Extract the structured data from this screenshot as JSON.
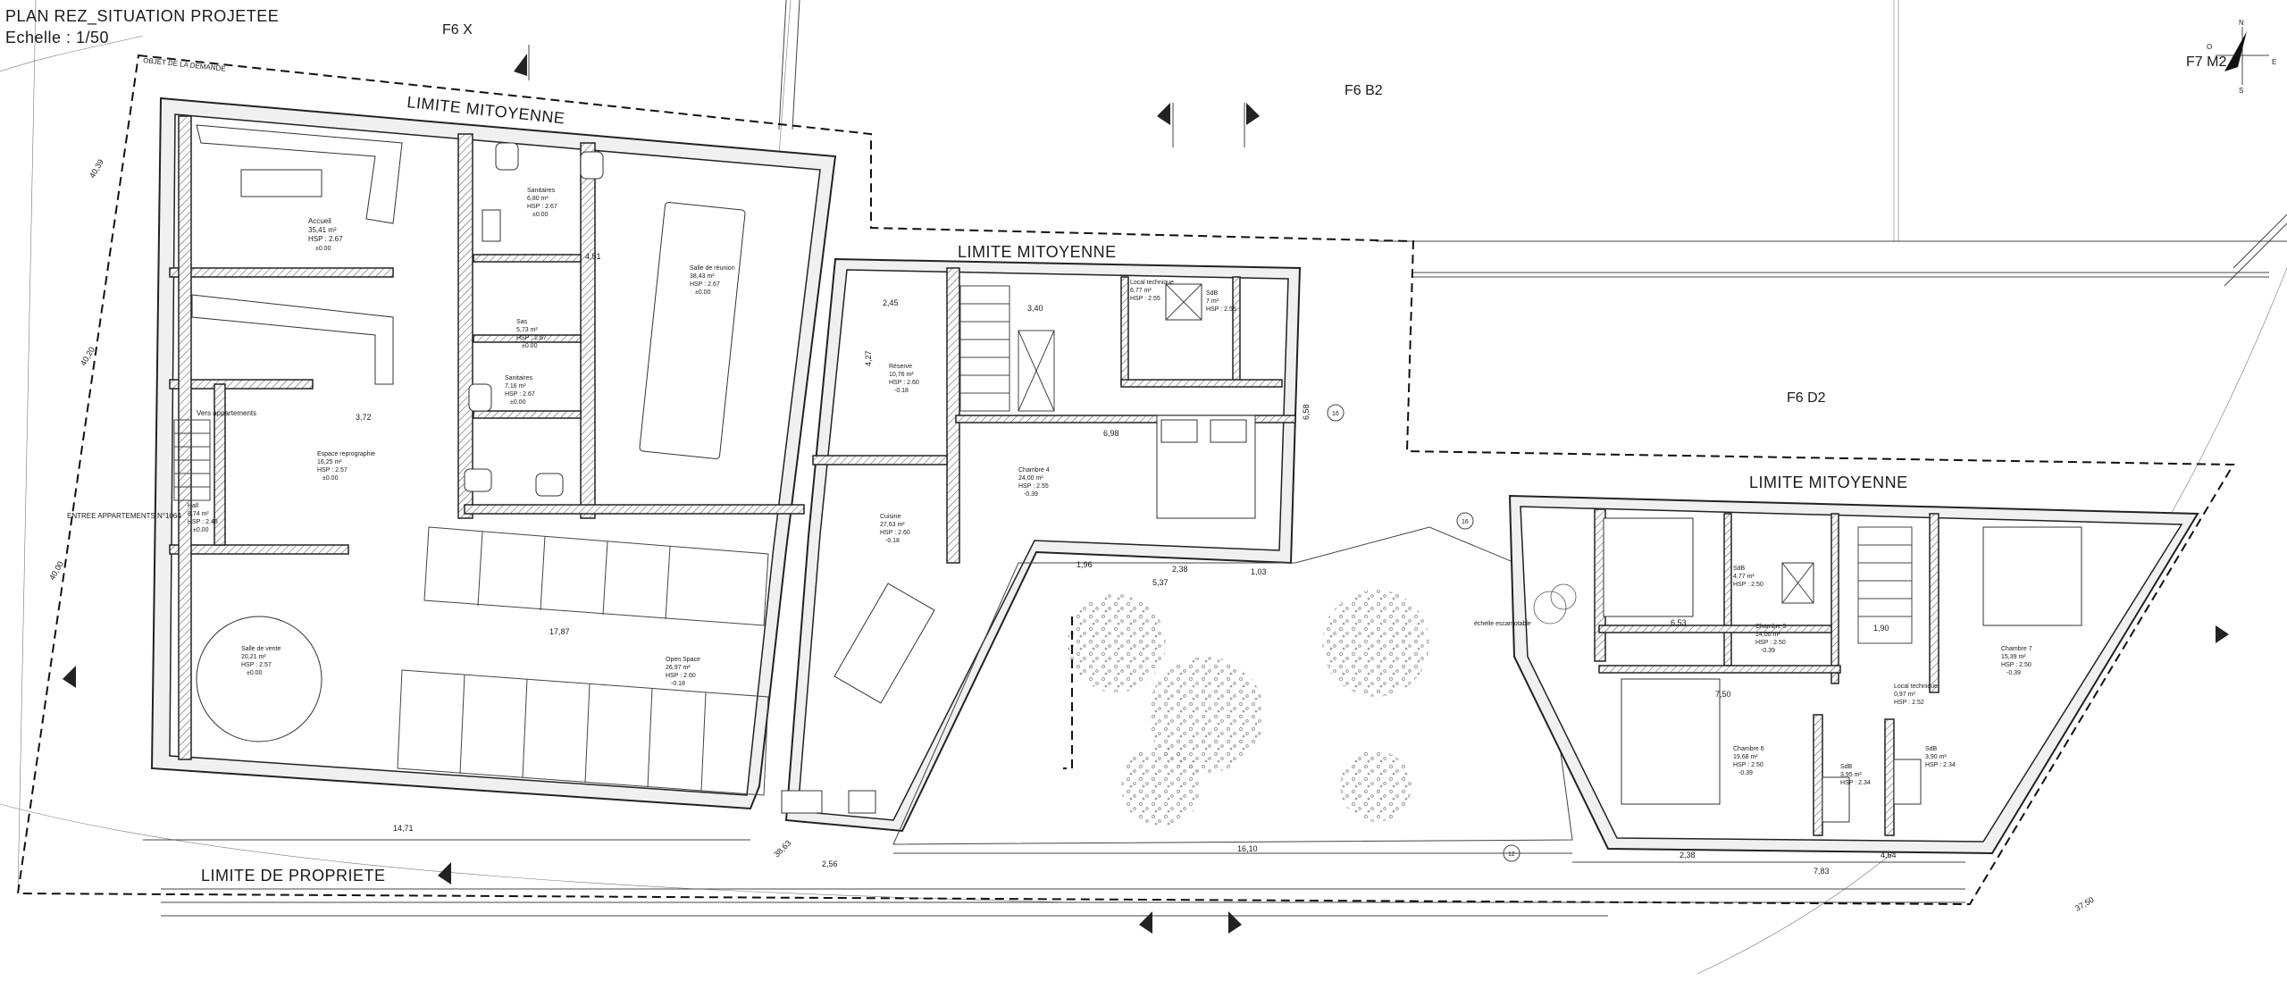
{
  "title": {
    "plan_name": "PLAN REZ_SITUATION PROJETEE",
    "scale": "Echelle : 1/50"
  },
  "north_arrow": {
    "n": "N",
    "s": "S",
    "e": "E",
    "o": "O"
  },
  "border_labels": {
    "objet": "OBJET DE LA DEMANDE",
    "limite_mitoyenne_1": "LIMITE MITOYENNE",
    "limite_mitoyenne_2": "LIMITE MITOYENNE",
    "limite_mitoyenne_3": "LIMITE MITOYENNE",
    "limite_propriete": "LIMITE DE PROPRIETE"
  },
  "parcels": {
    "f6x": "F6 X",
    "f6b2": "F6 B2",
    "f6d2": "F6 D2",
    "f7m2": "F7 M2"
  },
  "rooms": [
    {
      "name": "Accueil",
      "area": "35,41 m²",
      "hsp": "HSP : 2.67",
      "level": "±0.00"
    },
    {
      "name": "Sanitaires",
      "area": "6,80 m²",
      "hsp": "HSP : 2.67",
      "level": "±0.00"
    },
    {
      "name": "Sas",
      "area": "5,73 m²",
      "hsp": "HSP : 2.67",
      "level": "±0.00"
    },
    {
      "name": "Sanitaires",
      "area": "7,16 m²",
      "hsp": "HSP : 2.67",
      "level": "±0.00"
    },
    {
      "name": "Salle de réunion",
      "area": "38,43 m²",
      "hsp": "HSP : 2.67",
      "level": "±0.00"
    },
    {
      "name": "Espace reprographie",
      "area": "16,25 m²",
      "hsp": "HSP : 2.57",
      "level": "±0.00"
    },
    {
      "name": "Hall",
      "area": "8,74 m²",
      "hsp": "HSP : 2.48",
      "level": "±0.00"
    },
    {
      "name": "Salle de vente",
      "area": "20,21 m²",
      "hsp": "HSP : 2.57",
      "level": "±0.00"
    },
    {
      "name": "Open Space",
      "area": "26,97 m²",
      "hsp": "HSP : 2.60",
      "level": "-0.18"
    },
    {
      "name": "Réserve",
      "area": "10,76 m²",
      "hsp": "HSP : 2.60",
      "level": "-0.18"
    },
    {
      "name": "Cuisine",
      "area": "27,63 m²",
      "hsp": "HSP : 2.60",
      "level": "-0.18"
    },
    {
      "name": "Local technique",
      "area": "6,77 m²",
      "hsp": "HSP : 2.55",
      "level": ""
    },
    {
      "name": "SdB",
      "area": "7 m²",
      "hsp": "HSP : 2.55",
      "level": ""
    },
    {
      "name": "Chambre 4",
      "area": "24,00 m²",
      "hsp": "HSP : 2.55",
      "level": "-0.39"
    },
    {
      "name": "Chambre 5",
      "area": "14,00 m²",
      "hsp": "HSP : 2.50",
      "level": "-0.39"
    },
    {
      "name": "SdB",
      "area": "4,77 m²",
      "hsp": "HSP : 2.50",
      "level": ""
    },
    {
      "name": "Chambre 6",
      "area": "19,68 m²",
      "hsp": "HSP : 2.50",
      "level": "-0.39"
    },
    {
      "name": "Chambre 7",
      "area": "15,39 m²",
      "hsp": "HSP : 2.50",
      "level": "-0.39"
    },
    {
      "name": "Local technique",
      "area": "0,97 m²",
      "hsp": "HSP : 2.52",
      "level": ""
    },
    {
      "name": "SdB",
      "area": "3,90 m²",
      "hsp": "HSP : 2.34",
      "level": ""
    },
    {
      "name": "SdB",
      "area": "3,95 m²",
      "hsp": "HSP : 2.34",
      "level": ""
    }
  ],
  "annotations": {
    "vers_appartements": "Vers appartements",
    "entree_appartements": "ENTREE APPARTEMENTS N°1064",
    "echelle_escamotable": "échelle escamotable"
  },
  "dimensions": {
    "bottom_1": "14,71",
    "bottom_2": "16,10",
    "bottom_3": "7,83",
    "bottom_4": "4,64",
    "bottom_5": "2,38",
    "bottom_6": "2,56",
    "bottom_7": "38,63",
    "left_1": "40,39",
    "left_2": "40,20",
    "left_3": "40,00",
    "right_1": "37,50",
    "mid_1": "17,87",
    "mid_2": "6,98",
    "mid_3": "5,37",
    "mid_4": "6,58",
    "mid_5": "1,96",
    "mid_6": "2,38",
    "mid_7": "1,03",
    "mid_8": "4,51",
    "mid_9": "3,72",
    "mid_10": "4,27",
    "mid_11": "2,45",
    "mid_12": "3,40",
    "mid_13": "6,53",
    "mid_14": "7,50",
    "mid_15": "1,90"
  },
  "markers": {
    "m16a": "16",
    "m16b": "16",
    "m12": "12"
  }
}
